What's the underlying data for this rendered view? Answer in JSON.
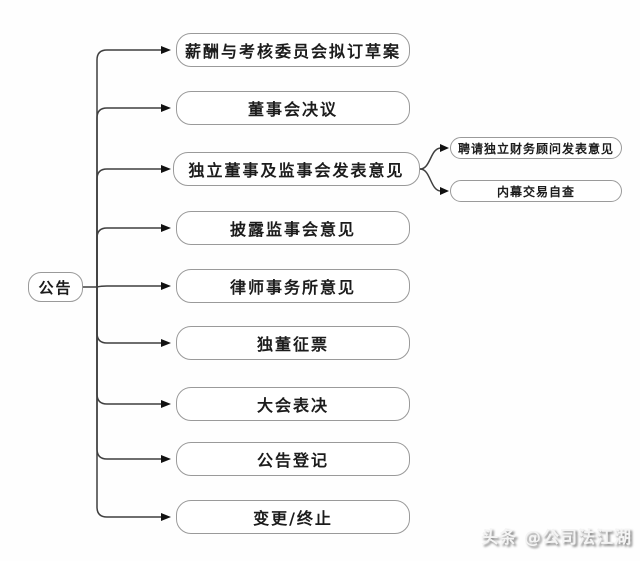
{
  "diagram": {
    "root": {
      "label": "公告"
    },
    "steps": [
      {
        "label": "薪酬与考核委员会拟订草案"
      },
      {
        "label": "董事会决议"
      },
      {
        "label": "独立董事及监事会发表意见"
      },
      {
        "label": "披露监事会意见"
      },
      {
        "label": "律师事务所意见"
      },
      {
        "label": "独董征票"
      },
      {
        "label": "大会表决"
      },
      {
        "label": "公告登记"
      },
      {
        "label": "变更/终止"
      }
    ],
    "sub_steps": [
      {
        "label": "聘请独立财务顾问发表意见"
      },
      {
        "label": "内幕交易自查"
      }
    ]
  },
  "watermark": {
    "text": "头条 @公司法江湖"
  },
  "colors": {
    "background": "#fefefe",
    "node_fill": "#ffffff",
    "node_border": "#9a9a9a",
    "connector_line": "#3f3f3f",
    "arrowhead": "#111111",
    "node_text": "#1c1c1c",
    "watermark_text": "#f4f4f4"
  }
}
